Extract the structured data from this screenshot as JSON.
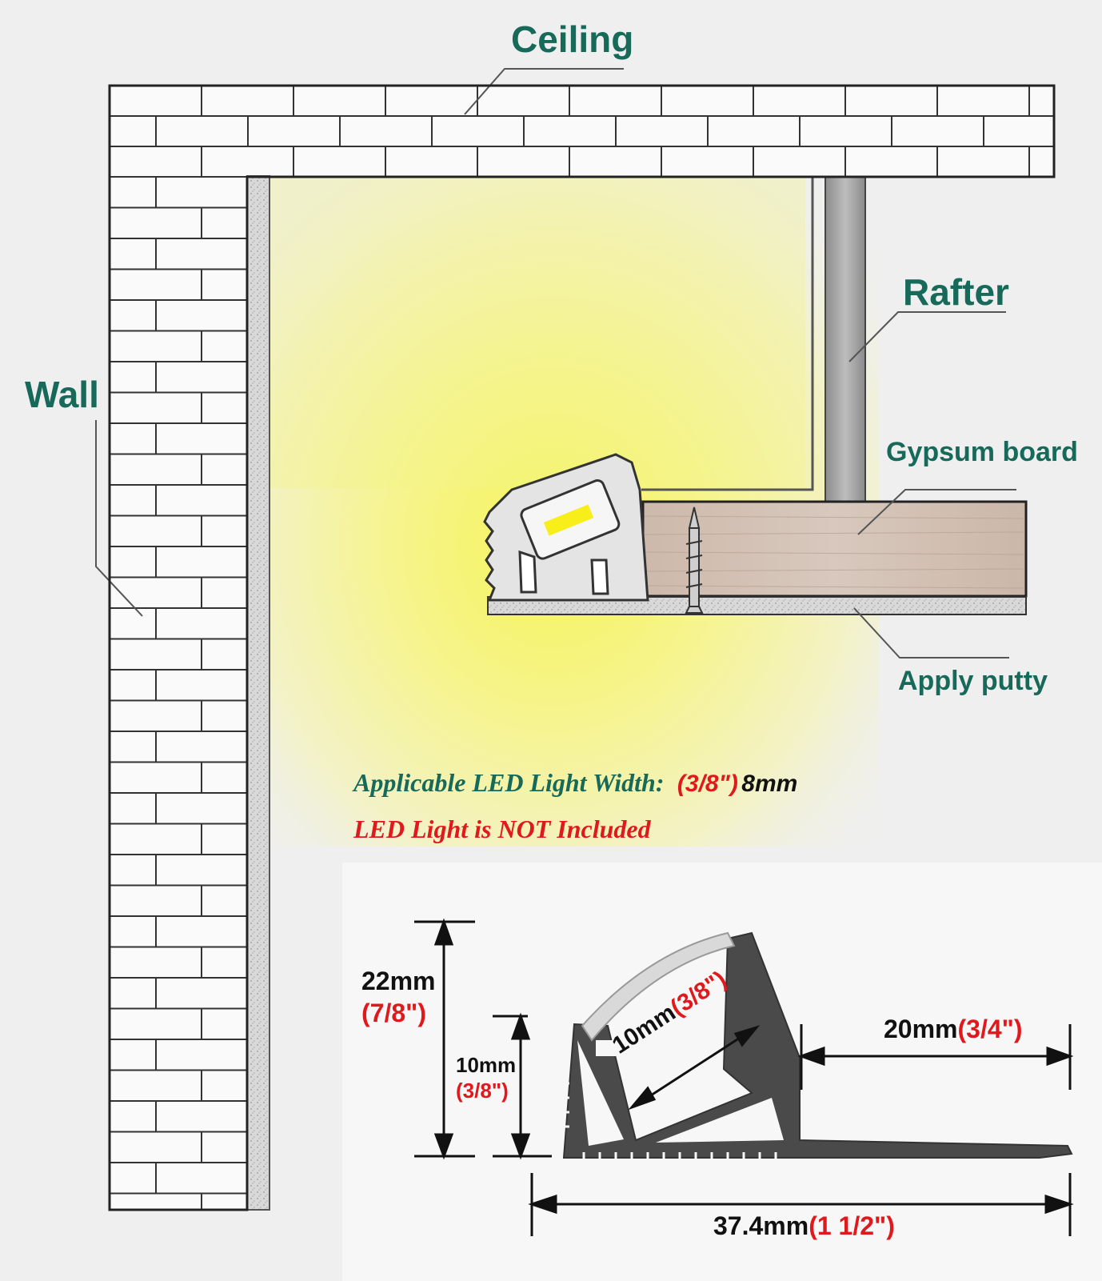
{
  "labels": {
    "ceiling": "Ceiling",
    "wall": "Wall",
    "rafter": "Rafter",
    "gypsum_board": "Gypsum board",
    "apply_putty": "Apply putty"
  },
  "notes": {
    "width_label": "Applicable LED Light Width:",
    "width_fraction": "(3/8\")",
    "width_mm": "8mm",
    "not_included": "LED Light is NOT Included"
  },
  "dimensions": {
    "height_total_mm": "22mm",
    "height_total_in": "(7/8\")",
    "height_inner_mm": "10mm",
    "height_inner_in": "(3/8\")",
    "channel_width_mm": "10mm",
    "channel_width_in": "(3/8\")",
    "flange_mm": "20mm",
    "flange_in": "(3/4\")",
    "total_width_mm": "37.4mm",
    "total_width_in": "(1 1/2\")"
  },
  "colors": {
    "label_green": "#17695a",
    "accent_red": "#e0191c",
    "light_glow": "#f4f36a",
    "led_yellow": "#f7ee1a",
    "wood": "#d3c2b6",
    "profile_gray": "#4a4a4a"
  }
}
